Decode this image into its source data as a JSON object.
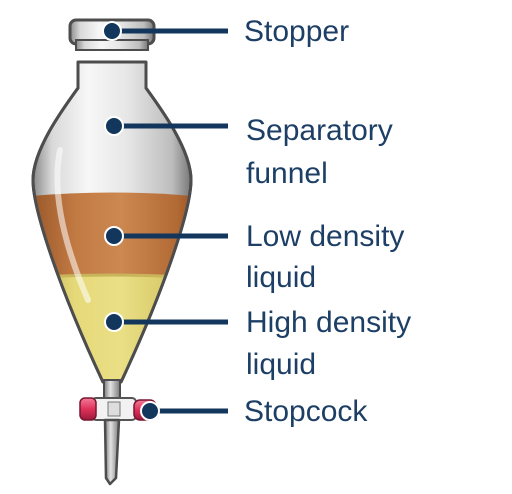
{
  "labels": {
    "stopper": "Stopper",
    "separatory_funnel": [
      "Separatory",
      "funnel"
    ],
    "low_density_liquid": [
      "Low density",
      "liquid"
    ],
    "high_density_liquid": [
      "High density",
      "liquid"
    ],
    "stopcock": "Stopcock"
  },
  "colors": {
    "label_text": "#1d3f66",
    "leader_line": "#13365c",
    "low_density_liquid": "#b8703a",
    "high_density_liquid": "#dccf6a",
    "glass_outline": "#4d4d4d",
    "stopcock_cap": "#e0315a",
    "background": "#ffffff"
  }
}
